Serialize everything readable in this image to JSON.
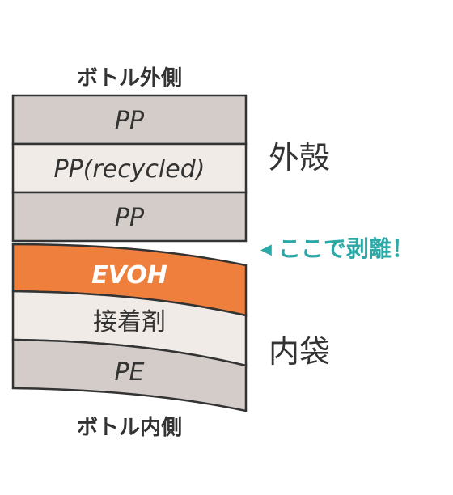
{
  "diagram": {
    "top_label": "ボトル外側",
    "bottom_label": "ボトル内側",
    "outer_shell_label": "外殻",
    "inner_bag_label": "内袋",
    "callout_text": "ここで剥離！",
    "callout_arrow_icon": "left-triangle-icon",
    "layers": [
      {
        "label": "PP",
        "fill": "#d3ccc8",
        "italic": true,
        "text_color": "#333333"
      },
      {
        "label": "PP(recycled)",
        "fill": "#f0ebe7",
        "italic": true,
        "text_color": "#333333"
      },
      {
        "label": "PP",
        "fill": "#d3ccc8",
        "italic": true,
        "text_color": "#333333"
      },
      {
        "label": "EVOH",
        "fill": "#ee7f3d",
        "italic": true,
        "text_color": "#ffffff"
      },
      {
        "label": "接着剤",
        "fill": "#f0ebe7",
        "italic": false,
        "text_color": "#333333"
      },
      {
        "label": "PE",
        "fill": "#d3ccc8",
        "italic": true,
        "text_color": "#333333"
      }
    ],
    "colors": {
      "border": "#333333",
      "accent": "#2ba9a7",
      "text": "#333333"
    }
  }
}
